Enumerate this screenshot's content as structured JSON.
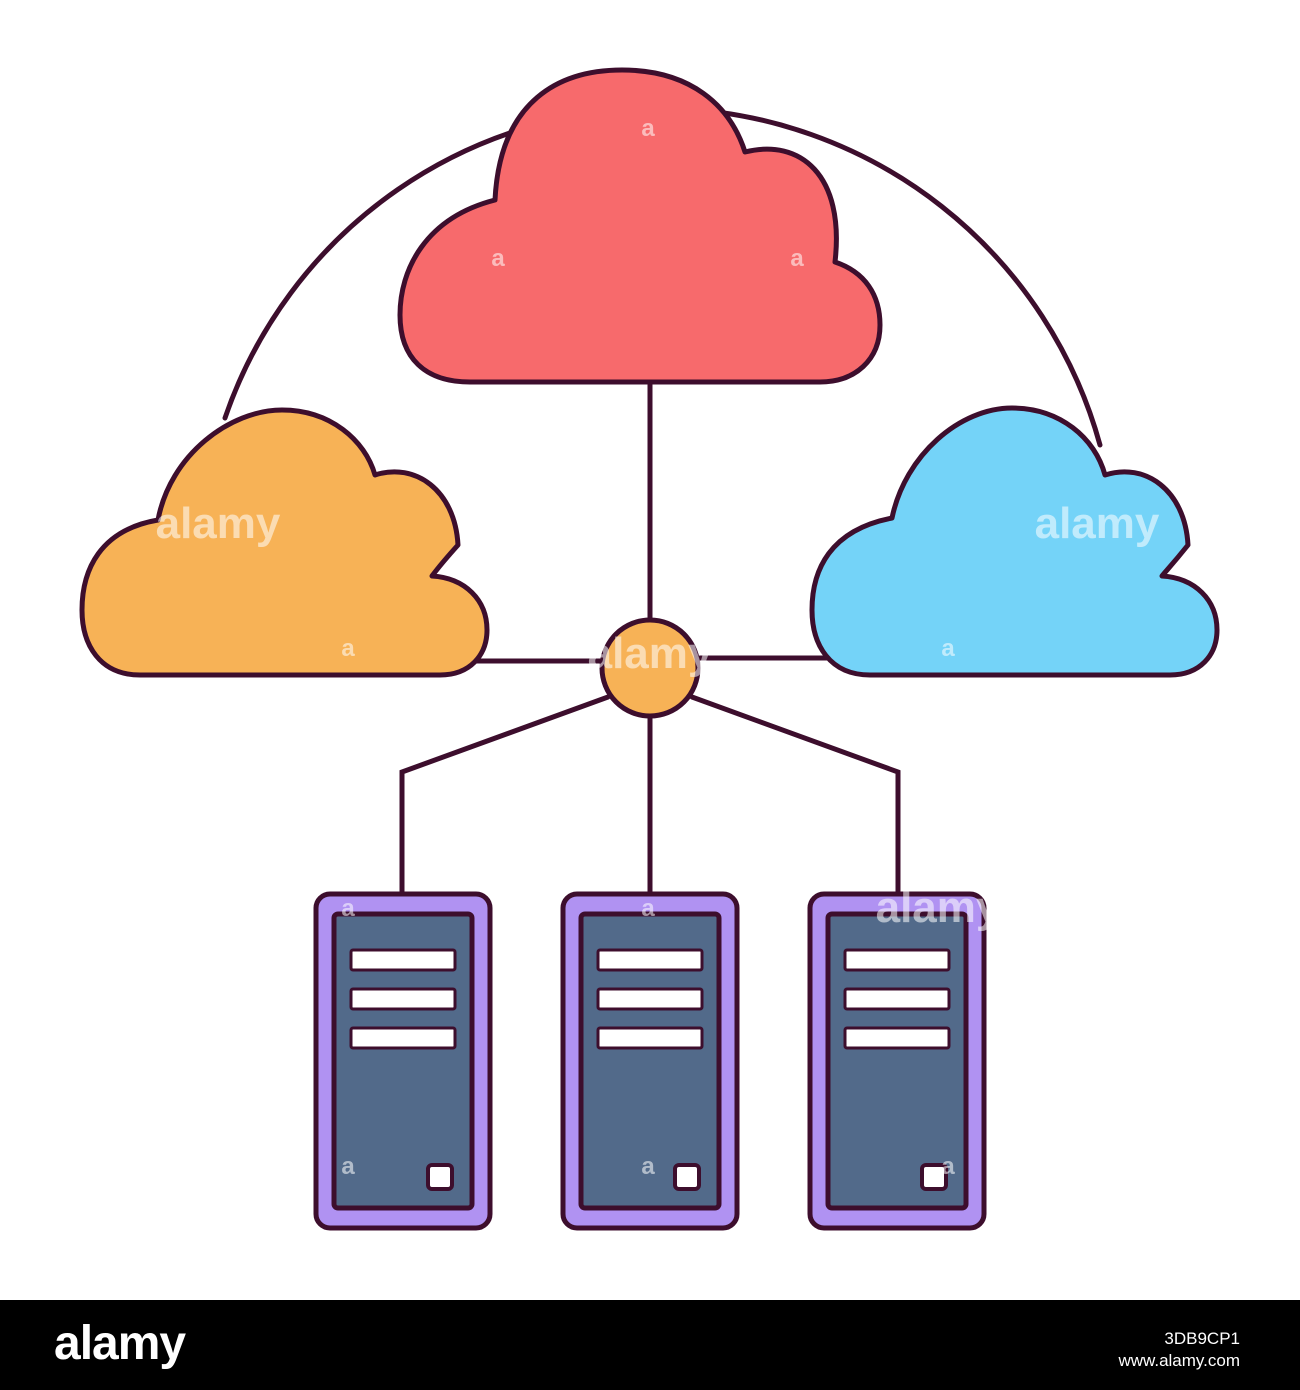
{
  "colors": {
    "outline": "#3d0e2d",
    "cloud_top": "#f76a6c",
    "cloud_left": "#f7b256",
    "cloud_right": "#74d3f8",
    "hub": "#f7b256",
    "server_frame": "#b092f2",
    "server_body": "#526a8a",
    "server_slot": "#ffffff",
    "footer_bg": "#000000"
  },
  "icons": [
    "cloud-icon",
    "cloud-icon",
    "cloud-icon",
    "hub-node-icon",
    "server-icon",
    "server-icon",
    "server-icon"
  ],
  "watermark": {
    "wordmark": "alamy",
    "small": "a"
  },
  "footer": {
    "logo": "alamy",
    "image_id": "3DB9CP1",
    "site": "www.alamy.com"
  }
}
